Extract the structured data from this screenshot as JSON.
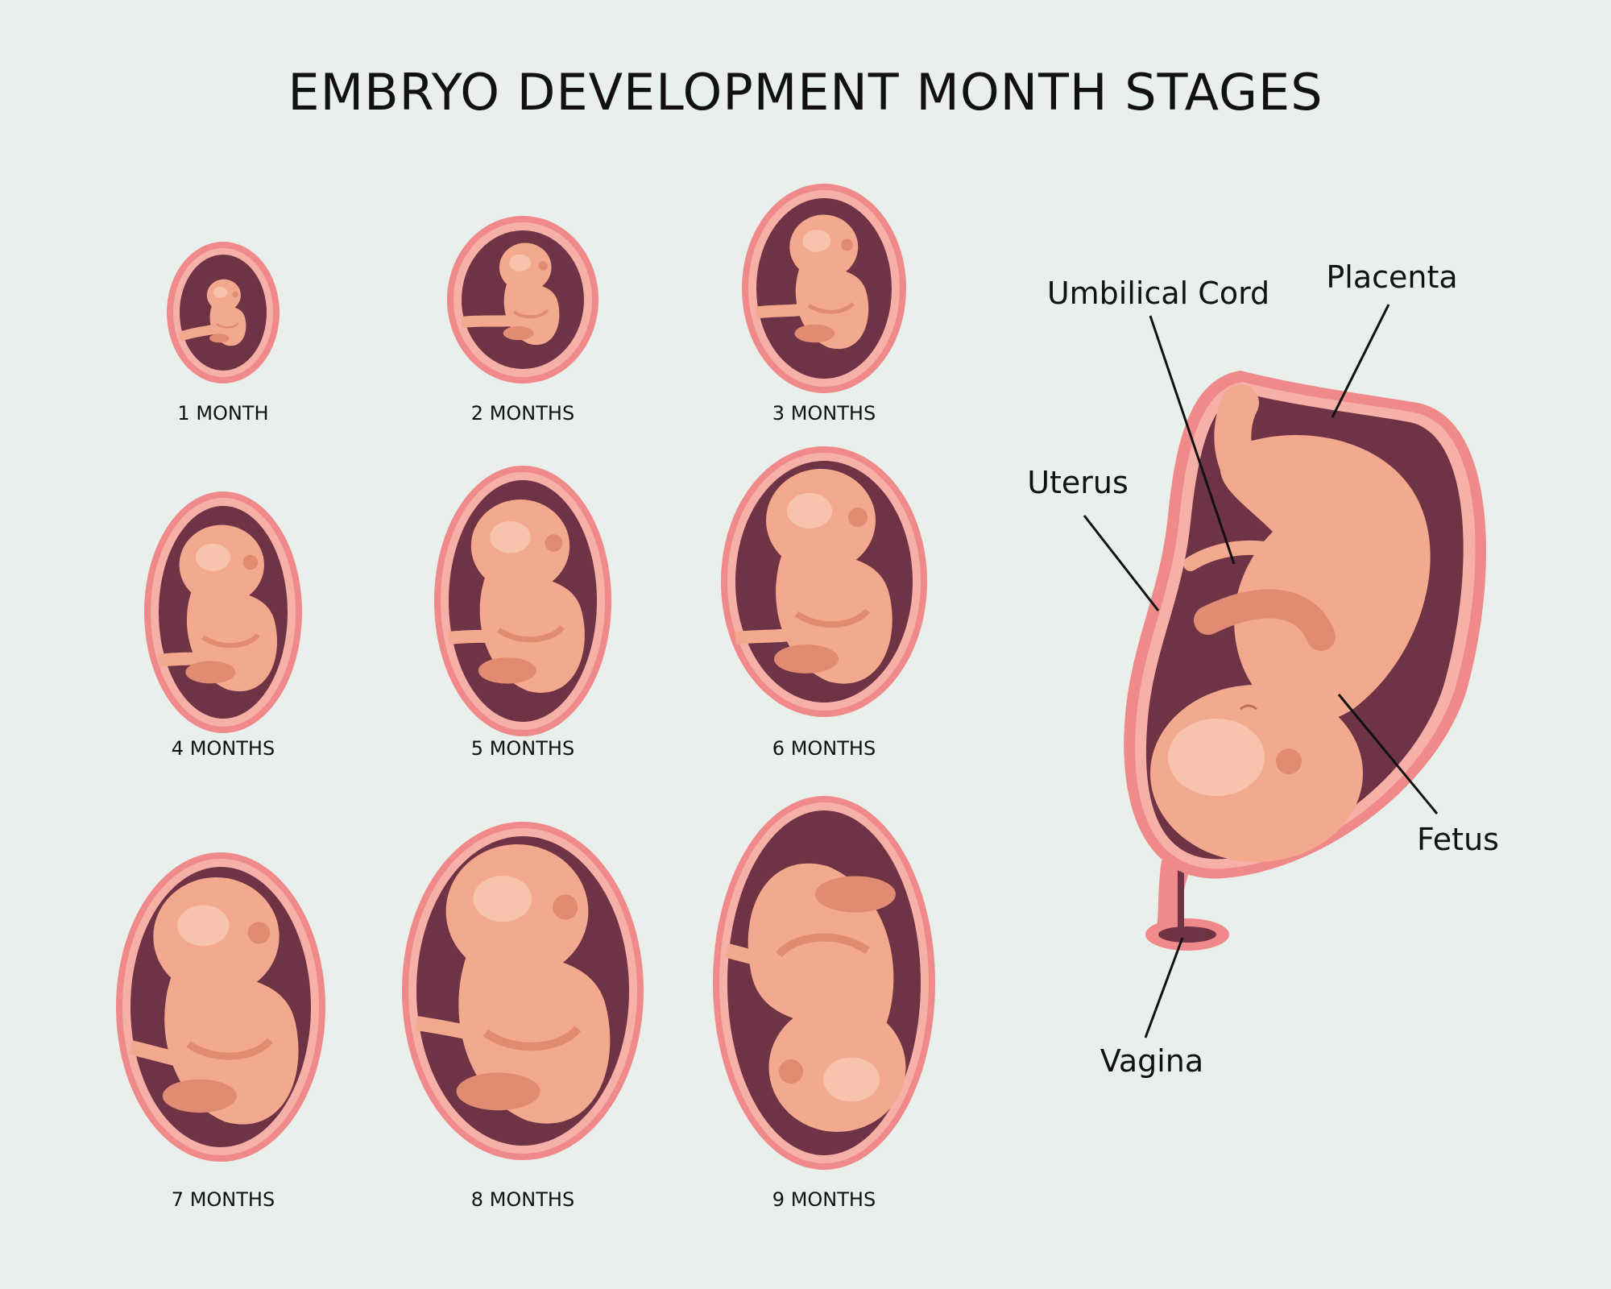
{
  "title": "EMBRYO DEVELOPMENT MONTH STAGES",
  "stages": [
    {
      "label": "1 MONTH",
      "month": 1
    },
    {
      "label": "2 MONTHS",
      "month": 2
    },
    {
      "label": "3 MONTHS",
      "month": 3
    },
    {
      "label": "4 MONTHS",
      "month": 4
    },
    {
      "label": "5 MONTHS",
      "month": 5
    },
    {
      "label": "6 MONTHS",
      "month": 6
    },
    {
      "label": "7 MONTHS",
      "month": 7
    },
    {
      "label": "8 MONTHS",
      "month": 8
    },
    {
      "label": "9 MONTHS",
      "month": 9
    }
  ],
  "anatomy_labels": {
    "umbilical_cord": "Umbilical Cord",
    "placenta": "Placenta",
    "uterus": "Uterus",
    "fetus": "Fetus",
    "vagina": "Vagina"
  },
  "colors": {
    "background": "#e9efea",
    "uterus_outer": "#f08a8a",
    "uterus_ring": "#f6b0a8",
    "cavity": "#6e3344",
    "skin": "#f2a98e",
    "skin_shade": "#e08b72",
    "skin_light": "#f7c3ac"
  }
}
